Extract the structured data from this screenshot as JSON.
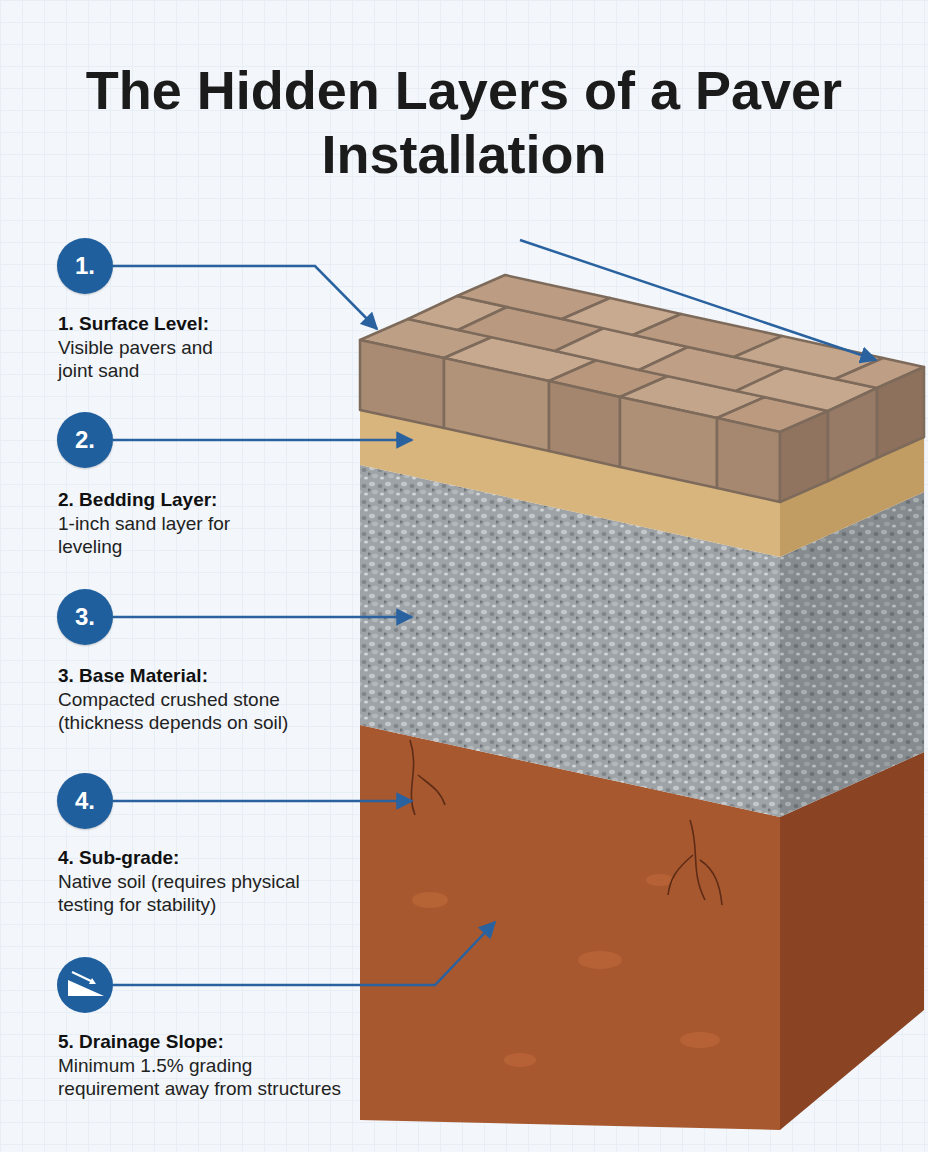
{
  "diagram": {
    "title": "The Hidden Layers of a Paver Installation",
    "nodes": [
      {
        "text": [
          "1."
        ]
      },
      {
        "text": [
          "2."
        ]
      },
      {
        "text": [
          "3."
        ]
      },
      {
        "text": [
          "4."
        ]
      }
    ],
    "labels": [
      "1. Surface Level:",
      "Visible pavers and joint sand",
      "2. Bedding Layer:",
      "1-inch sand layer for leveling",
      "3. Base Material:",
      "Compacted crushed stone (thickness depends on soil)",
      "4. Sub-grade:",
      "Native soil (requires physical testing for stability)",
      "5. Drainage Slope:",
      "Minimum 1.5% grading requirement away from structures"
    ]
  }
}
